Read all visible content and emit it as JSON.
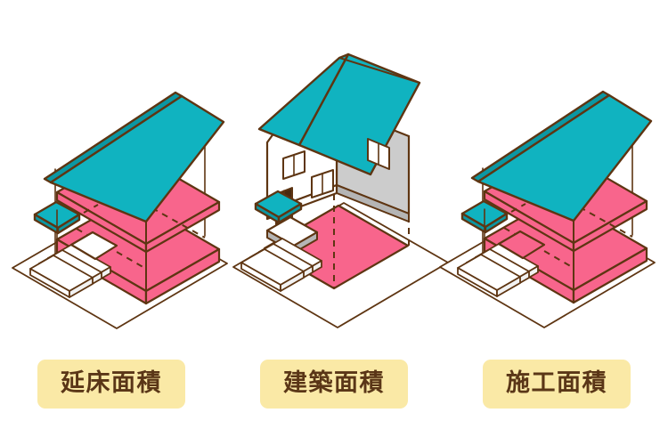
{
  "figure": {
    "title": "",
    "background": "#ffffff",
    "palette": {
      "roof_teal": "#10b3c0",
      "floor_pink": "#f8658c",
      "outline_brown": "#5e3512",
      "wall_white": "#ffffff",
      "wall_gray": "#cccccc",
      "door_brown": "#4a2a10",
      "badge_fill": "#fae9a6",
      "badge_text": "#5a3617"
    }
  },
  "diagrams": [
    {
      "id": "nobeyuka-menseki",
      "label": "延床面積",
      "description": "two stacked pink floor planes under a teal roof, white steps",
      "floors_highlighted": 2,
      "steps_highlighted": false,
      "house_shell": false
    },
    {
      "id": "kenchiku-menseki",
      "label": "建築面積",
      "description": "solid house with pink ground footprint projected beneath",
      "floors_highlighted": 1,
      "steps_highlighted": false,
      "house_shell": true
    },
    {
      "id": "seko-menseki",
      "label": "施工面積",
      "description": "two stacked pink floor planes under a teal roof, pink steps",
      "floors_highlighted": 2,
      "steps_highlighted": true,
      "house_shell": false
    }
  ],
  "badges": [
    {
      "label": "延床面積"
    },
    {
      "label": "建築面積"
    },
    {
      "label": "施工面積"
    }
  ]
}
